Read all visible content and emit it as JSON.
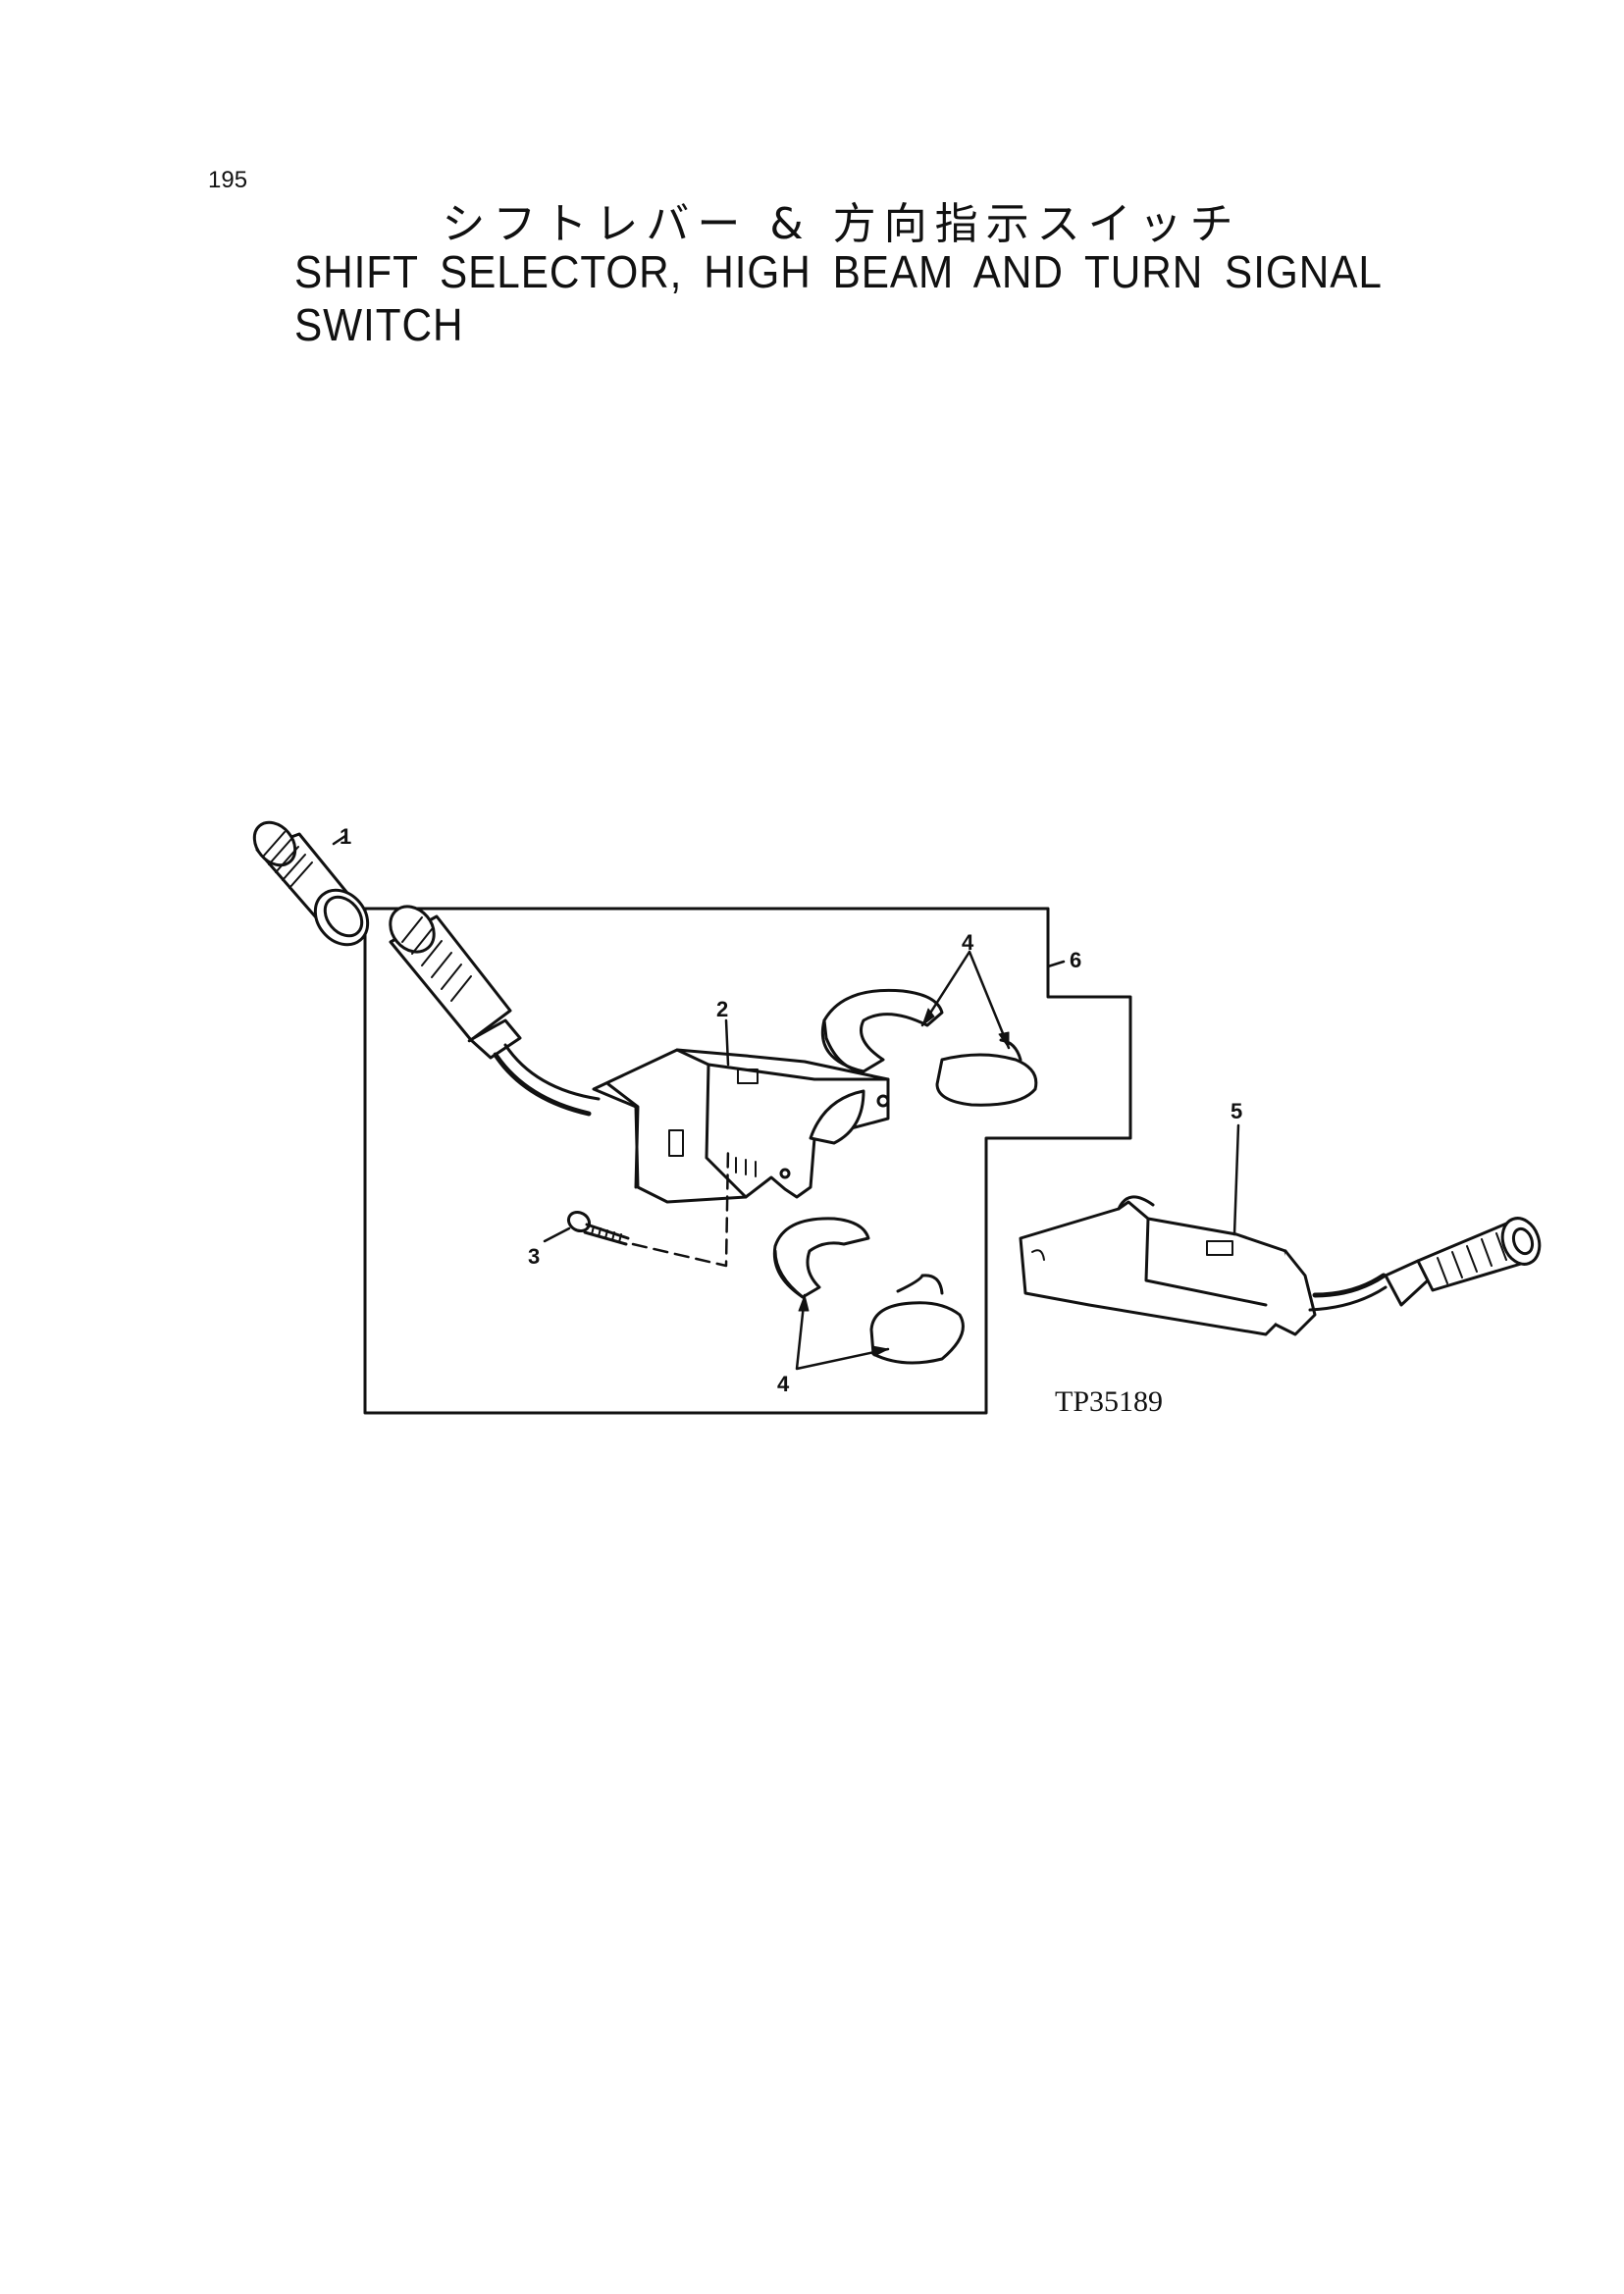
{
  "page": {
    "number": "195",
    "title_jp": "シフトレバー & 方向指示スイッチ",
    "title_en": "SHIFT SELECTOR, HIGH BEAM AND TURN SIGNAL SWITCH"
  },
  "figure": {
    "callouts": [
      "1",
      "2",
      "3",
      "4",
      "4",
      "5",
      "6"
    ],
    "drawing_code": "TP35189"
  },
  "colors": {
    "ink": "#111111",
    "paper": "#ffffff"
  }
}
